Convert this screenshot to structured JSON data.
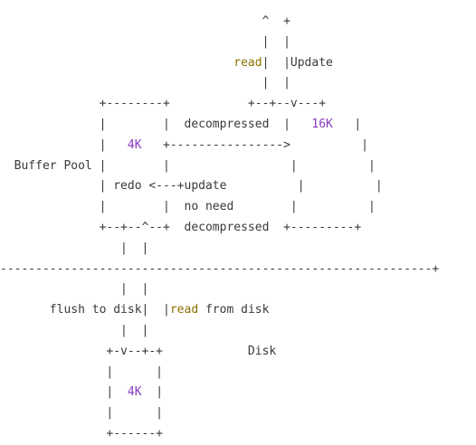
{
  "diagram": {
    "lines": [
      [
        {
          "t": "                                     ^  +"
        }
      ],
      [
        {
          "t": "                                     |  |"
        }
      ],
      [
        {
          "t": "                                 "
        },
        {
          "t": "read",
          "c": "keyword"
        },
        {
          "t": "|  |Update"
        }
      ],
      [
        {
          "t": "                                     |  |"
        }
      ],
      [
        {
          "t": "              +--------+           +--+--v---+"
        }
      ],
      [
        {
          "t": "              |        |  decompressed  |   "
        },
        {
          "t": "16K",
          "c": "num"
        },
        {
          "t": "   |"
        }
      ],
      [
        {
          "t": "              |   "
        },
        {
          "t": "4K",
          "c": "num"
        },
        {
          "t": "   +---------------->          |"
        }
      ],
      [
        {
          "t": "  Buffer Pool |        |                 |          |"
        }
      ],
      [
        {
          "t": "              | redo <---+update          |          |"
        }
      ],
      [
        {
          "t": "              |        |  no need        |          |"
        }
      ],
      [
        {
          "t": "              +--+--^--+  decompressed  +---------+"
        }
      ],
      [
        {
          "t": "                 |  |"
        }
      ],
      [
        {
          "t": "-------------------------------------------------------------+"
        }
      ],
      [
        {
          "t": "                 |  |"
        }
      ],
      [
        {
          "t": "       flush to disk|  |"
        },
        {
          "t": "read",
          "c": "keyword"
        },
        {
          "t": " from disk"
        }
      ],
      [
        {
          "t": "                 |  |"
        }
      ],
      [
        {
          "t": "               +-v--+-+            Disk"
        }
      ],
      [
        {
          "t": "               |      |"
        }
      ],
      [
        {
          "t": "               |  "
        },
        {
          "t": "4K",
          "c": "num"
        },
        {
          "t": "  |"
        }
      ],
      [
        {
          "t": "               |      |"
        }
      ],
      [
        {
          "t": "               +------+"
        }
      ]
    ]
  }
}
